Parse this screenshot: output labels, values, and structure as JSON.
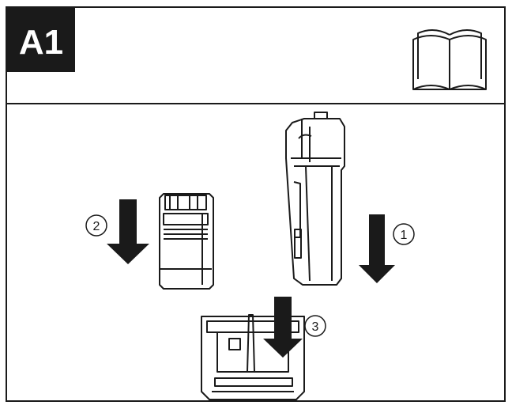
{
  "header": {
    "section_label": "A1",
    "icon": "manual-book-icon"
  },
  "steps": [
    {
      "number": "1",
      "description": ""
    },
    {
      "number": "2",
      "description": ""
    },
    {
      "number": "3",
      "description": ""
    }
  ],
  "colors": {
    "ink": "#1a1a1a",
    "label_bg": "#1a1a1a",
    "label_text": "#ffffff",
    "background": "#ffffff"
  }
}
